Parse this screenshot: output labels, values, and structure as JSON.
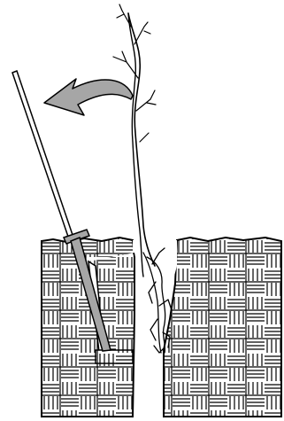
{
  "illustration": {
    "subject": "planting-bare-root-tree-with-spade",
    "elements": [
      "seedling-tree",
      "bare-roots",
      "planting-bar-tool",
      "insertion-arrow",
      "woven-soil-block"
    ],
    "colors": {
      "line": "#000000",
      "background": "#ffffff",
      "tool_fill": "#a6a6a6",
      "soil_fill": "#ffffff"
    },
    "arrow_direction": "left"
  }
}
